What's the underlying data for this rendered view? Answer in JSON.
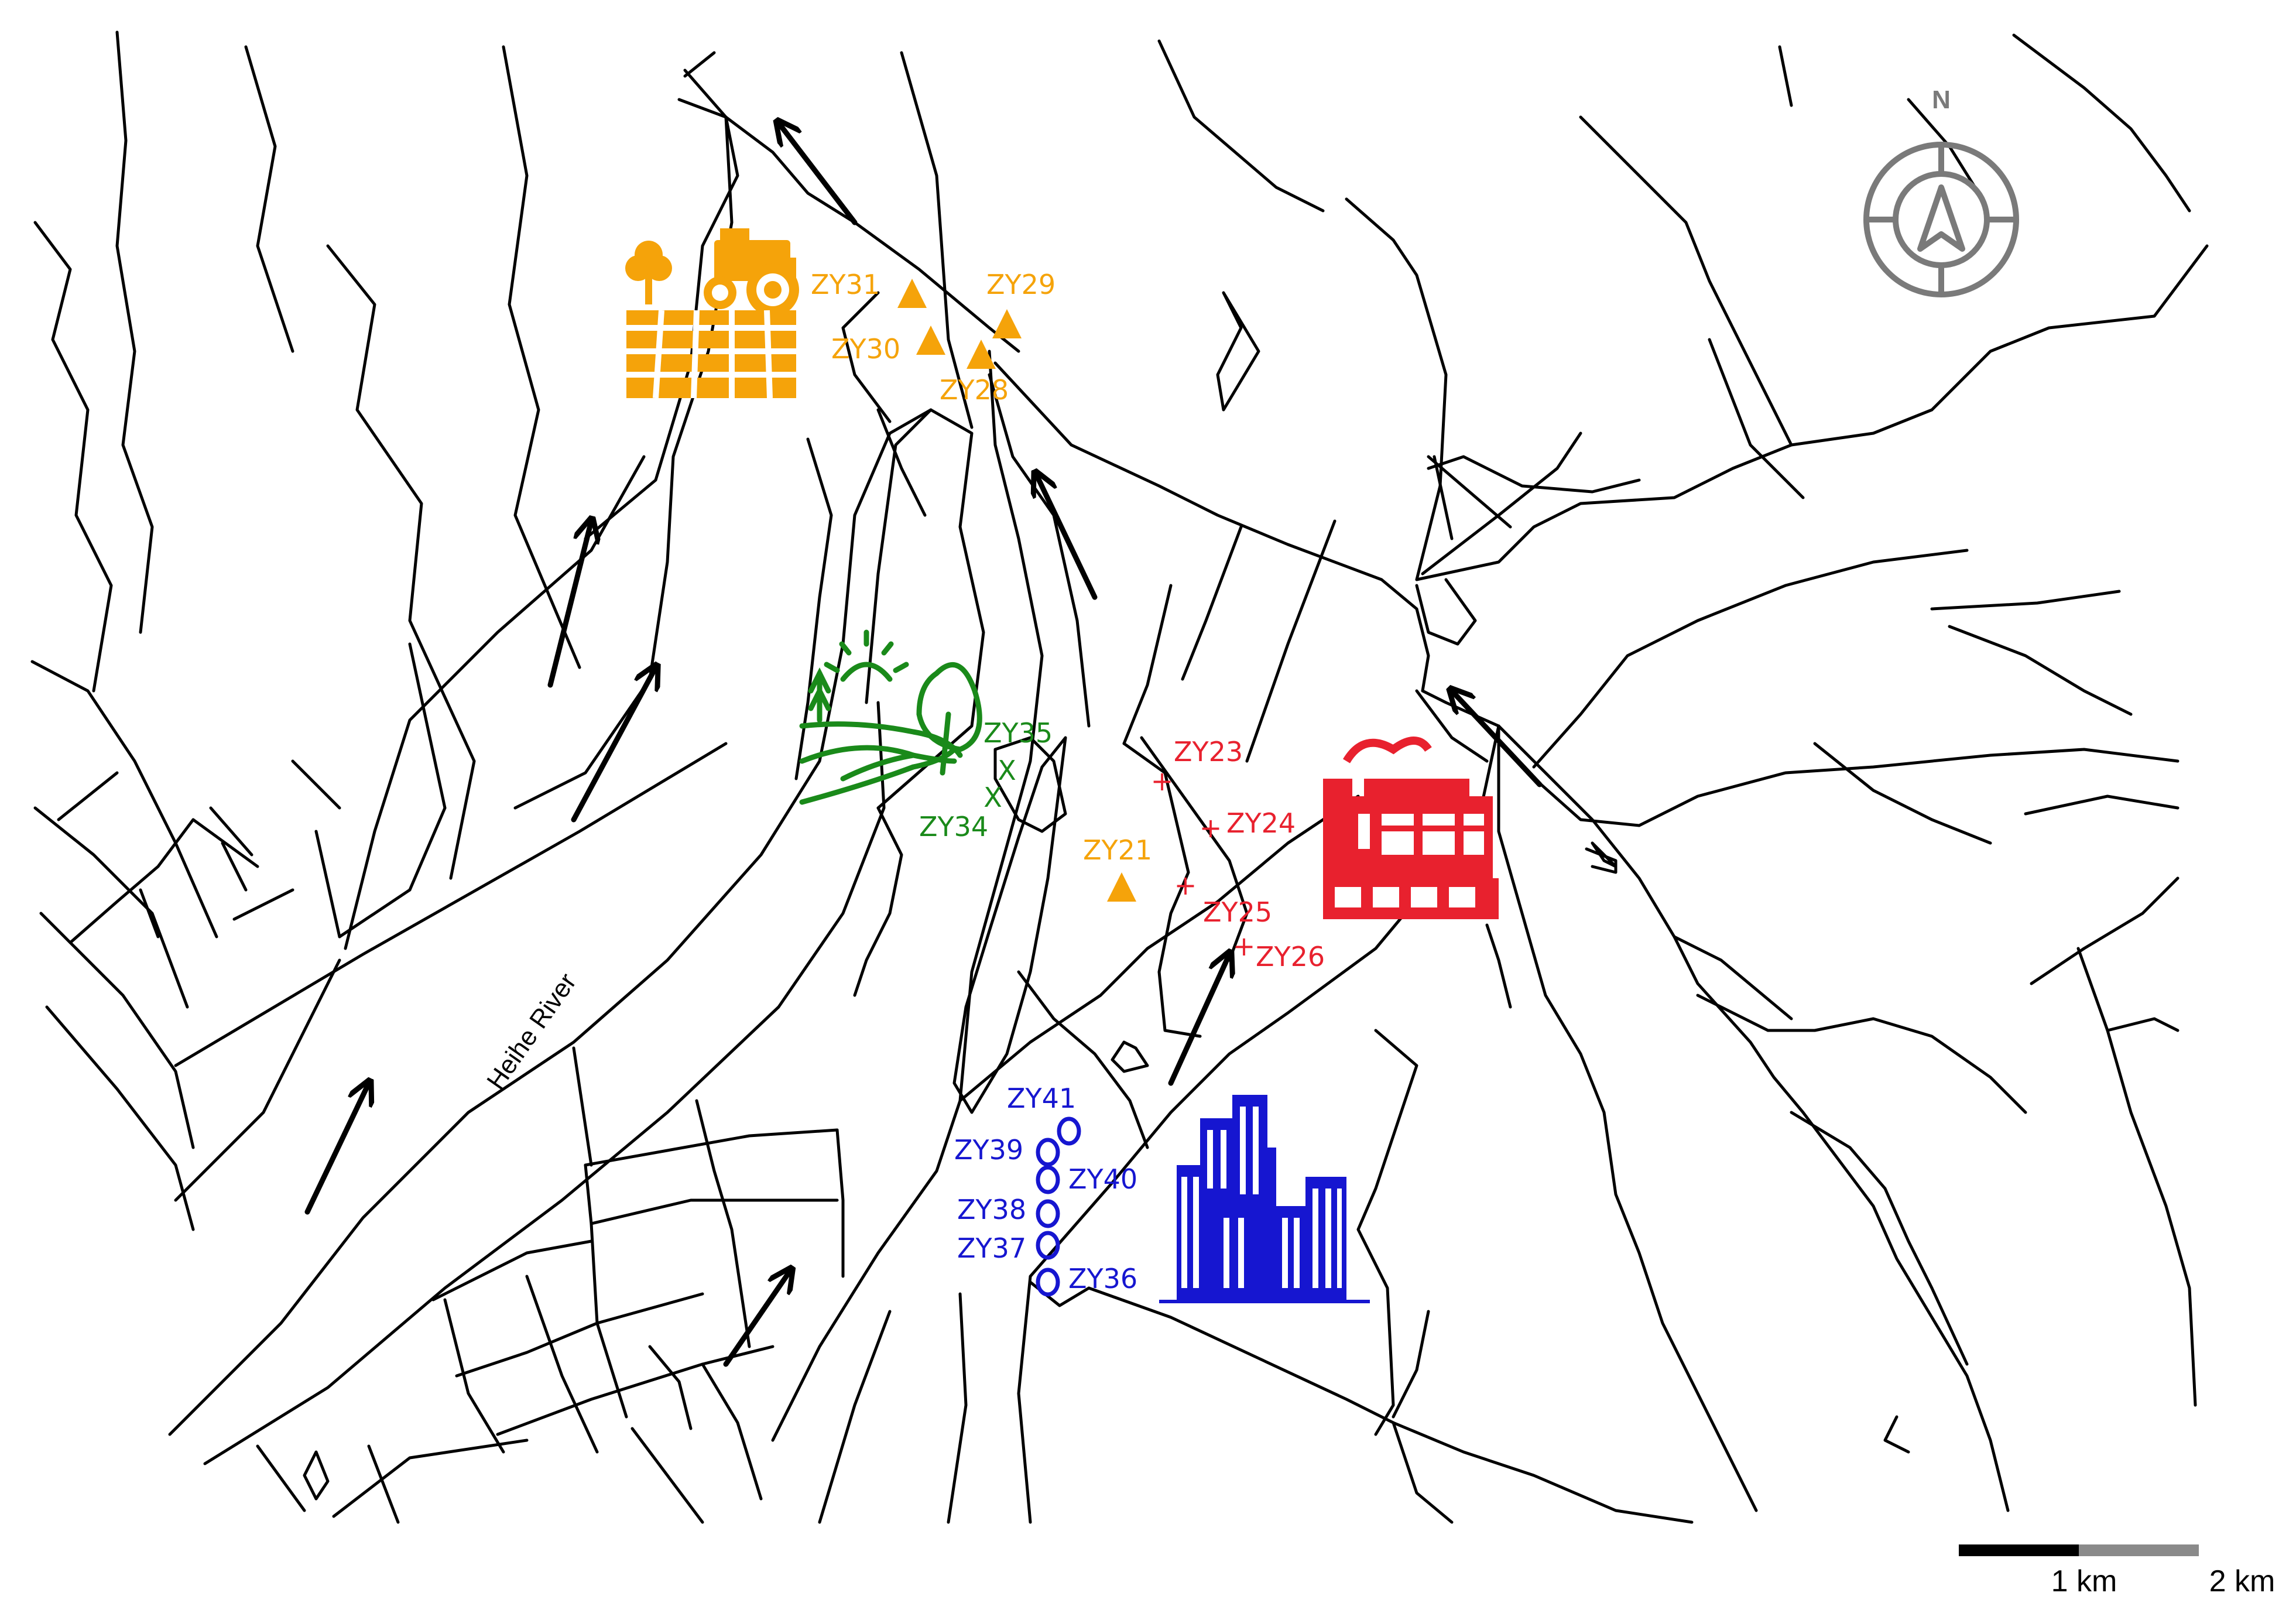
{
  "colors": {
    "agriculture": "#f5a30a",
    "natural": "#1a8a1a",
    "industrial": "#e8212e",
    "urban": "#1616d0",
    "roads": "#000000",
    "compass": "#7a7a7a"
  },
  "river": {
    "label": "Heihe River"
  },
  "north_arrow": {
    "label": "N",
    "icon": "compass-rose-icon"
  },
  "scale_bar": {
    "label_1": "1 km",
    "label_2": "2 km"
  },
  "landuse_icons": [
    {
      "name": "agriculture-farm-icon",
      "color": "#f5a30a"
    },
    {
      "name": "natural-landscape-icon",
      "color": "#1a8a1a"
    },
    {
      "name": "industrial-factory-icon",
      "color": "#e8212e"
    },
    {
      "name": "urban-city-icon",
      "color": "#1616d0"
    }
  ],
  "sites": {
    "agriculture": [
      {
        "id": "ZY31",
        "label": "ZY31"
      },
      {
        "id": "ZY29",
        "label": "ZY29"
      },
      {
        "id": "ZY30",
        "label": "ZY30"
      },
      {
        "id": "ZY28",
        "label": "ZY28"
      },
      {
        "id": "ZY21",
        "label": "ZY21"
      }
    ],
    "natural": [
      {
        "id": "ZY35",
        "label": "ZY35"
      },
      {
        "id": "ZY34",
        "label": "ZY34"
      }
    ],
    "industrial": [
      {
        "id": "ZY23",
        "label": "ZY23"
      },
      {
        "id": "ZY24",
        "label": "ZY24"
      },
      {
        "id": "ZY25",
        "label": "ZY25"
      },
      {
        "id": "ZY26",
        "label": "ZY26"
      }
    ],
    "urban": [
      {
        "id": "ZY41",
        "label": "ZY41"
      },
      {
        "id": "ZY39",
        "label": "ZY39"
      },
      {
        "id": "ZY40",
        "label": "ZY40"
      },
      {
        "id": "ZY38",
        "label": "ZY38"
      },
      {
        "id": "ZY37",
        "label": "ZY37"
      },
      {
        "id": "ZY36",
        "label": "ZY36"
      }
    ]
  },
  "flow_arrows": {
    "icon": "flow-direction-arrow-icon",
    "count": 9
  }
}
